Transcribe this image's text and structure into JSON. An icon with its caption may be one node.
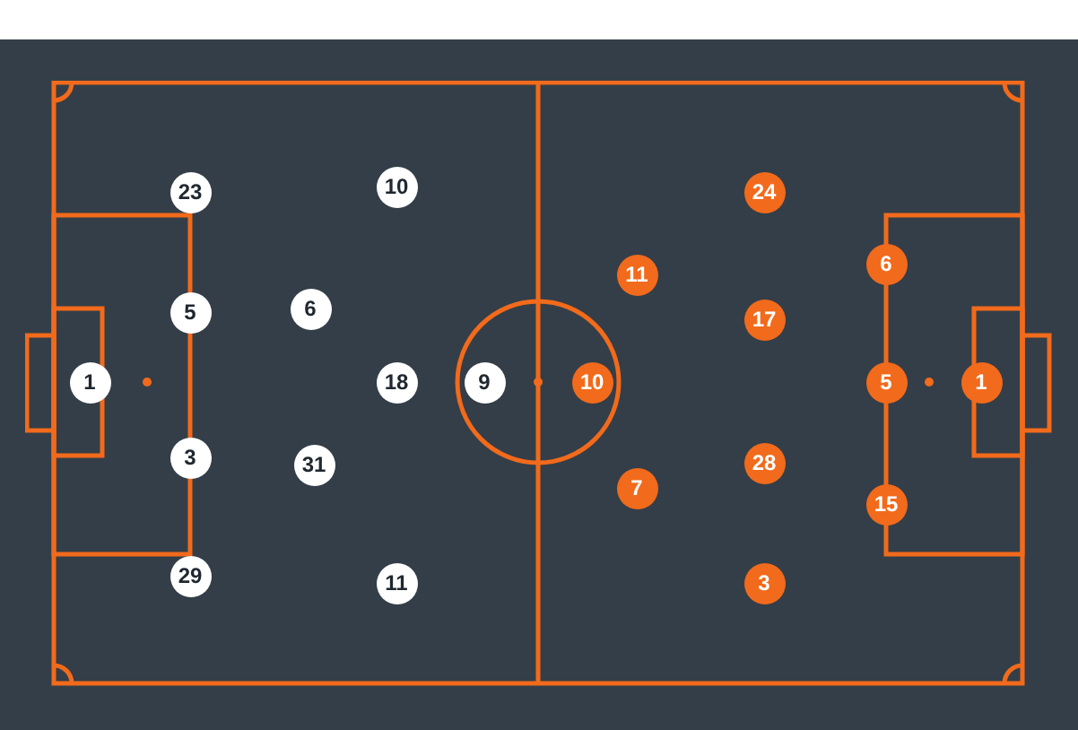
{
  "diagram": {
    "nodes": [
      {
        "text": [
          "1"
        ]
      },
      {
        "text": [
          "23"
        ]
      },
      {
        "text": [
          "5"
        ]
      },
      {
        "text": [
          "3"
        ]
      },
      {
        "text": [
          "29"
        ]
      },
      {
        "text": [
          "6"
        ]
      },
      {
        "text": [
          "31"
        ]
      },
      {
        "text": [
          "10"
        ]
      },
      {
        "text": [
          "18"
        ]
      },
      {
        "text": [
          "11"
        ]
      },
      {
        "text": [
          "9"
        ]
      },
      {
        "text": [
          "10"
        ]
      },
      {
        "text": [
          "11"
        ]
      },
      {
        "text": [
          "7"
        ]
      },
      {
        "text": [
          "24"
        ]
      },
      {
        "text": [
          "17"
        ]
      },
      {
        "text": [
          "28"
        ]
      },
      {
        "text": [
          "3"
        ]
      },
      {
        "text": [
          "6"
        ]
      },
      {
        "text": [
          "5"
        ]
      },
      {
        "text": [
          "15"
        ]
      },
      {
        "text": [
          "1"
        ]
      }
    ]
  }
}
